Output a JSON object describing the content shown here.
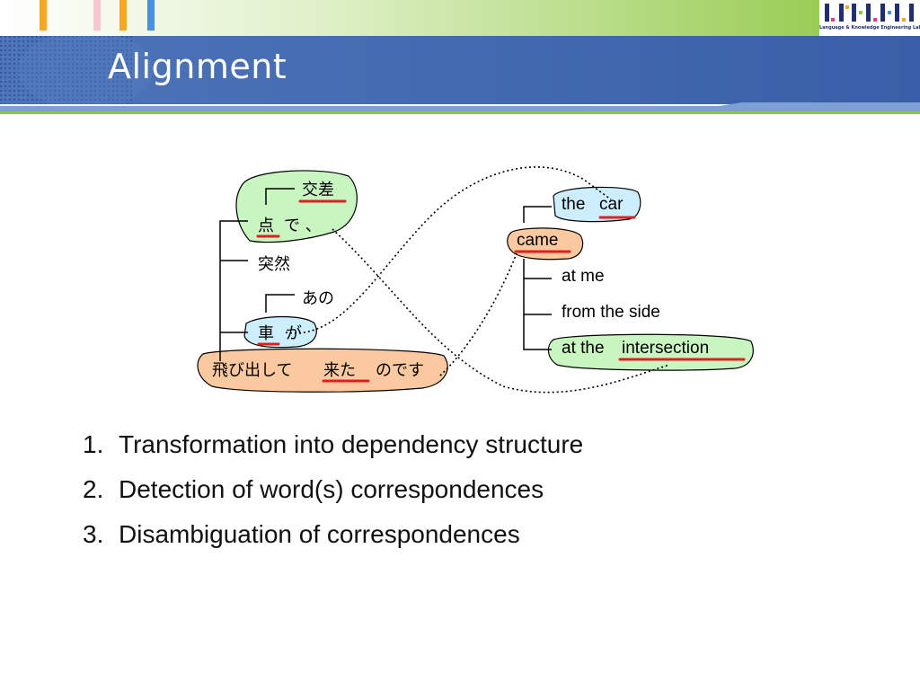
{
  "slide": {
    "title": "Alignment",
    "logo_caption": "Language & Knowledge Engineering Lab"
  },
  "japanese_tree": {
    "n1": "交差",
    "n2_a": "点",
    "n2_b": "で 、",
    "n3": "突然",
    "n4": "あの",
    "n5_a": "車",
    "n5_b": "が",
    "root_a": "飛び出して",
    "root_b": "来た",
    "root_c": "のです"
  },
  "english_tree": {
    "e1_a": "the",
    "e1_b": "car",
    "root": "came",
    "e2": "at me",
    "e3": "from the side",
    "e4_a": "at the",
    "e4_b": "intersection"
  },
  "steps": [
    {
      "num": "1.",
      "text": "Transformation into dependency structure"
    },
    {
      "num": "2.",
      "text": "Detection of word(s) correspondences"
    },
    {
      "num": "3.",
      "text": "Disambiguation of correspondences"
    }
  ],
  "colors": {
    "title_bar": "#3a5fa8",
    "green_strip": "#8cc63f",
    "blob_green": "#c9f5c0",
    "blob_blue": "#cdeeff",
    "blob_orange": "#fbc9a0",
    "underline_red": "#e02020"
  }
}
